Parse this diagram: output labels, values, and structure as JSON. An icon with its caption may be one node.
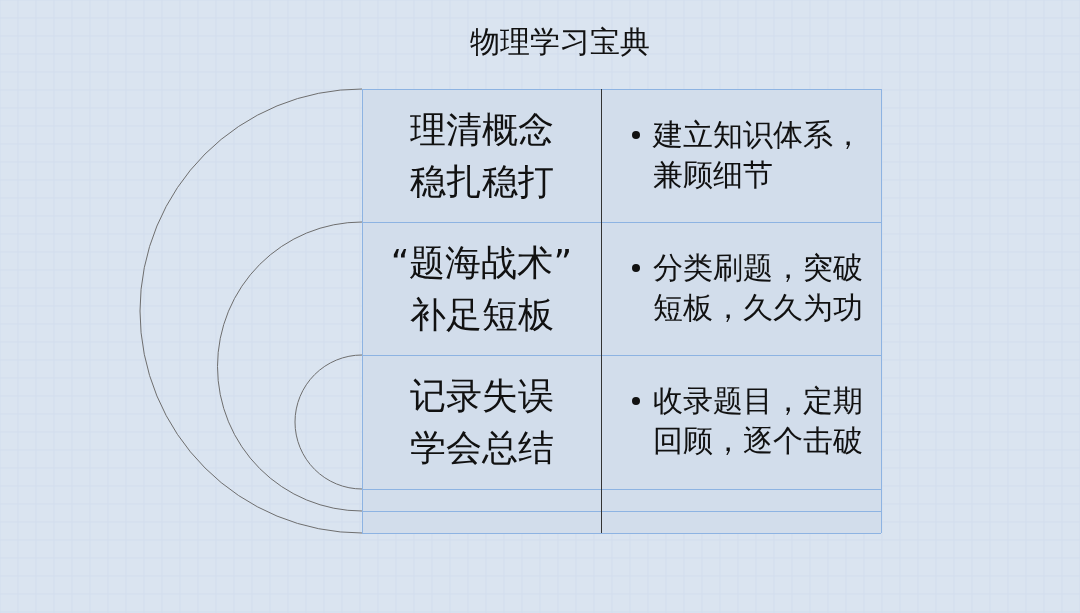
{
  "diagram": {
    "title": "物理学习宝典",
    "nodes": [
      {
        "text": [
          "理清概念",
          "稳扎稳打"
        ]
      },
      {
        "text": [
          "建立知识体系，兼顾细节"
        ]
      },
      {
        "text": [
          "“题海战术”",
          "补足短板"
        ]
      },
      {
        "text": [
          "分类刷题，突破短板，久久为功"
        ]
      },
      {
        "text": [
          "记录失误",
          "学会总结"
        ]
      },
      {
        "text": [
          "收录题目，定期回顾，逐个击破"
        ]
      }
    ]
  }
}
